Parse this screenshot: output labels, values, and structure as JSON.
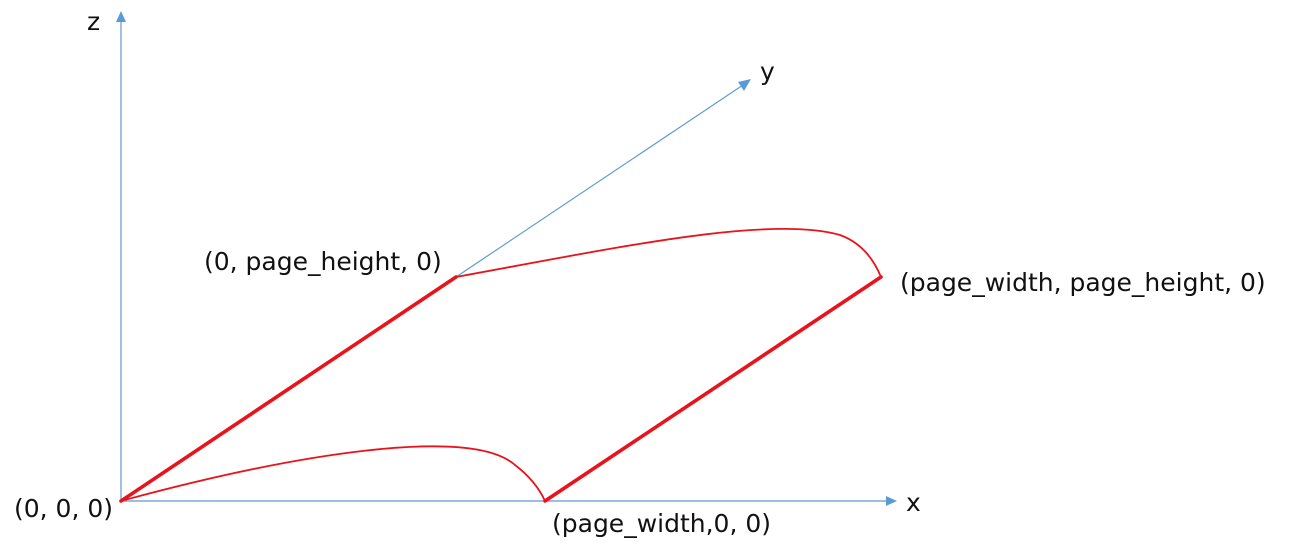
{
  "axes": {
    "x_label": "x",
    "y_label": "y",
    "z_label": "z"
  },
  "points": {
    "origin": "(0, 0, 0)",
    "page_width_corner": "(page_width,0, 0)",
    "page_height_corner": "(0, page_height, 0)",
    "far_corner": "(page_width, page_height, 0)"
  },
  "colors": {
    "axis": "#5b9bd5",
    "page_outline": "#e8141c",
    "text": "#111111"
  }
}
